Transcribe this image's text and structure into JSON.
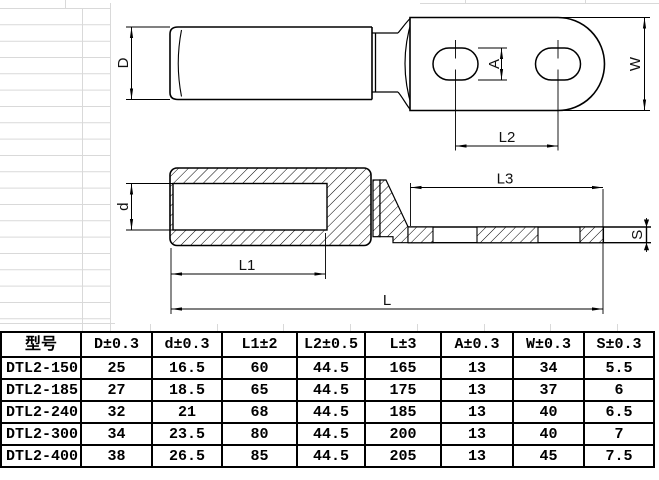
{
  "drawing": {
    "dim_labels": {
      "D": "D",
      "d": "d",
      "A": "A",
      "W": "W",
      "S": "S",
      "L": "L",
      "L1": "L1",
      "L2": "L2",
      "L3": "L3"
    }
  },
  "table": {
    "headers": [
      "型号",
      "D±0.3",
      "d±0.3",
      "L1±2",
      "L2±0.5",
      "L±3",
      "A±0.3",
      "W±0.3",
      "S±0.3"
    ],
    "rows": [
      {
        "model": "DTL2-150",
        "values": [
          "25",
          "16.5",
          "60",
          "44.5",
          "165",
          "13",
          "34",
          "5.5"
        ]
      },
      {
        "model": "DTL2-185",
        "values": [
          "27",
          "18.5",
          "65",
          "44.5",
          "175",
          "13",
          "37",
          "6"
        ]
      },
      {
        "model": "DTL2-240",
        "values": [
          "32",
          "21",
          "68",
          "44.5",
          "185",
          "13",
          "40",
          "6.5"
        ]
      },
      {
        "model": "DTL2-300",
        "values": [
          "34",
          "23.5",
          "80",
          "44.5",
          "200",
          "13",
          "40",
          "7"
        ]
      },
      {
        "model": "DTL2-400",
        "values": [
          "38",
          "26.5",
          "85",
          "44.5",
          "205",
          "13",
          "45",
          "7.5"
        ]
      }
    ]
  },
  "colors": {
    "line": "#000000",
    "grid_line": "#d9d9d9",
    "table_border": "#000000",
    "background": "#ffffff"
  }
}
